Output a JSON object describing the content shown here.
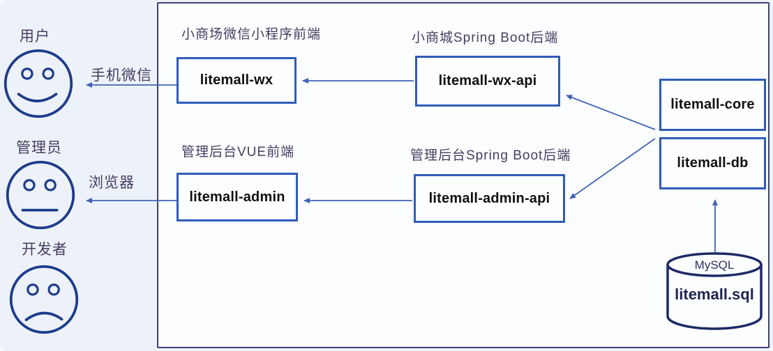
{
  "actors": [
    {
      "label": "用户",
      "mood": "happy"
    },
    {
      "label": "管理员",
      "mood": "neutral"
    },
    {
      "label": "开发者",
      "mood": "sad"
    }
  ],
  "channels": {
    "wx": "手机微信",
    "admin": "浏览器"
  },
  "captions": {
    "wx_frontend": "小商场微信小程序前端",
    "wx_backend": "小商城Spring Boot后端",
    "admin_frontend": "管理后台VUE前端",
    "admin_backend": "管理后台Spring Boot后端"
  },
  "modules": {
    "wx": "litemall-wx",
    "wx_api": "litemall-wx-api",
    "admin": "litemall-admin",
    "admin_api": "litemall-admin-api",
    "core": "litemall-core",
    "db": "litemall-db"
  },
  "database": {
    "engine": "MySQL",
    "file": "litemall.sql"
  },
  "edges": [
    {
      "from": "litemall-wx",
      "to": "用户",
      "label": "手机微信"
    },
    {
      "from": "litemall-wx-api",
      "to": "litemall-wx",
      "label": ""
    },
    {
      "from": "litemall-admin",
      "to": "管理员",
      "label": "浏览器"
    },
    {
      "from": "litemall-admin-api",
      "to": "litemall-admin",
      "label": ""
    },
    {
      "from": "litemall-core/litemall-db",
      "to": "litemall-wx-api",
      "label": ""
    },
    {
      "from": "litemall-core/litemall-db",
      "to": "litemall-admin-api",
      "label": ""
    },
    {
      "from": "MySQL litemall.sql",
      "to": "litemall-db",
      "label": ""
    }
  ],
  "colors": {
    "box_border": "#2e5cb8",
    "arrow": "#3f63b5",
    "figure_stroke": "#1e3c8c",
    "cylinder_stroke": "#1c2a66",
    "label_text": "#473c60",
    "frame_border": "#3c4370",
    "background": "#edf2fa"
  }
}
